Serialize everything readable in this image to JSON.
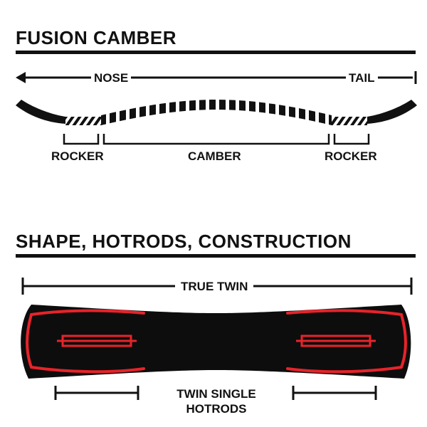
{
  "camber_section": {
    "title": "FUSION CAMBER",
    "nose_label": "NOSE",
    "tail_label": "TAIL",
    "zones": {
      "left": "ROCKER",
      "center": "CAMBER",
      "right": "ROCKER"
    }
  },
  "shape_section": {
    "title": "SHAPE, HOTRODS, CONSTRUCTION",
    "shape_label": "TRUE TWIN",
    "hotrods_label_line1": "TWIN SINGLE",
    "hotrods_label_line2": "HOTRODS"
  },
  "colors": {
    "ink": "#111111",
    "hotrod_red": "#e8232a",
    "board_black": "#0d0d0d"
  }
}
